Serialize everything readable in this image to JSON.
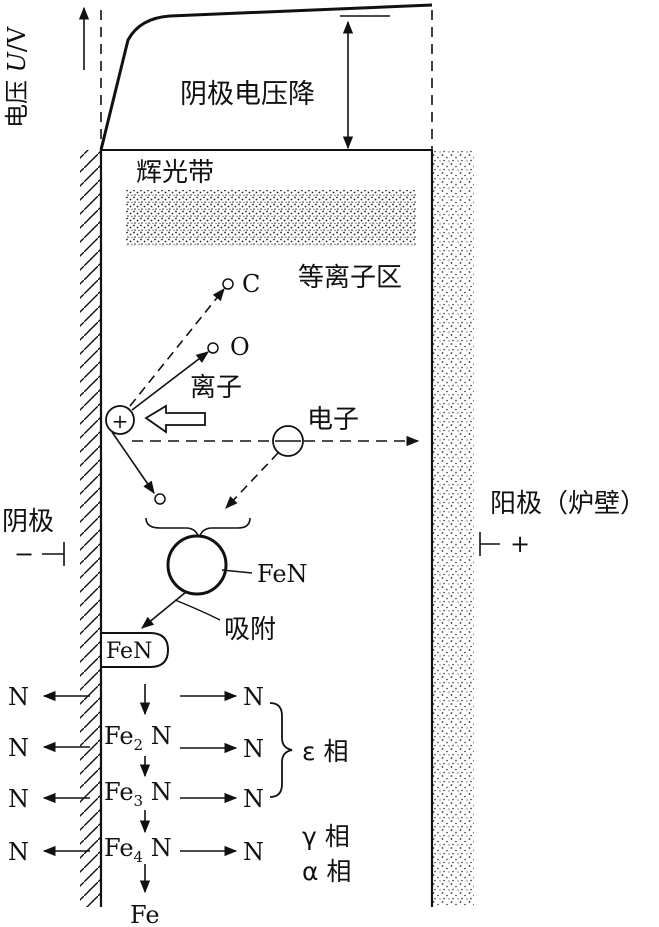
{
  "voltage_axis": {
    "label_prefix": "电压",
    "symbol": "U",
    "unit": "/V"
  },
  "cathode_fall_label": "阴极电压降",
  "glow_band_label": "辉光带",
  "plasma_zone_label": "等离子区",
  "particles": {
    "carbon": "C",
    "oxygen": "O",
    "ion_label": "离子",
    "positive_sign": "+",
    "electron_label": "电子"
  },
  "cathode": {
    "label": "阴极",
    "sign": "−"
  },
  "anode": {
    "label": "阳极（炉壁）",
    "sign": "+"
  },
  "fen_molecule": "FeN",
  "adsorption_label": "吸附",
  "surface_fen": "FeN",
  "nitrogen": "N",
  "phases": {
    "fe2n": {
      "base": "Fe",
      "sub": "2",
      "suffix": " N"
    },
    "fe3n": {
      "base": "Fe",
      "sub": "3",
      "suffix": " N"
    },
    "fe4n": {
      "base": "Fe",
      "sub": "4",
      "suffix": " N"
    },
    "fe": "Fe"
  },
  "phase_labels": {
    "epsilon": "ε 相",
    "gamma": "γ 相",
    "alpha": "α 相"
  }
}
